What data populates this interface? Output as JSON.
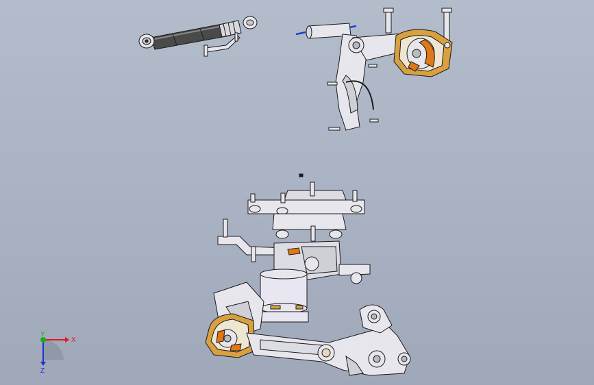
{
  "viewport": {
    "background_top": "#b3bccb",
    "background_bottom": "#9fa8b9"
  },
  "triad": {
    "x_label": "X",
    "y_label": "Y",
    "z_label": "Z",
    "x_color": "#e01818",
    "y_color": "#18b018",
    "z_color": "#2030d0"
  },
  "model": {
    "part_colors": {
      "metal": "#e6e6ec",
      "edge": "#1a1a1a",
      "rubber": "#3a3a3a",
      "bushing": "#e07818",
      "bushing_ring": "#d8a040",
      "bolt_tip": "#2040c0"
    }
  }
}
